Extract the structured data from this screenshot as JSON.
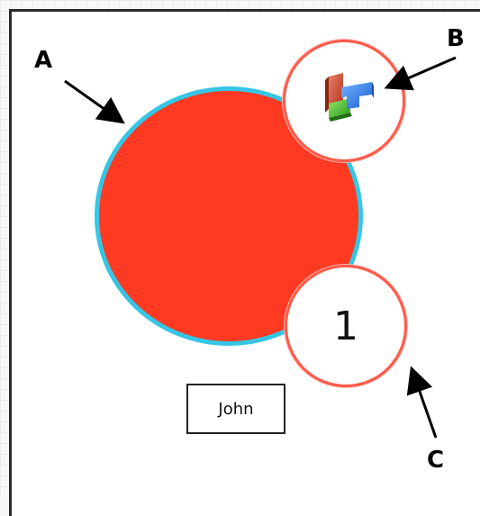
{
  "labels": {
    "a": "A",
    "b": "B",
    "c": "C"
  },
  "badge_number": "1",
  "name_box": "John",
  "colors": {
    "main_fill": "#ff3a22",
    "main_outline": "#35c6e6",
    "badge_outline": "#ff5a4a",
    "arrow": "#000000"
  },
  "icons": {
    "badge_b": "app-blocks-icon"
  }
}
